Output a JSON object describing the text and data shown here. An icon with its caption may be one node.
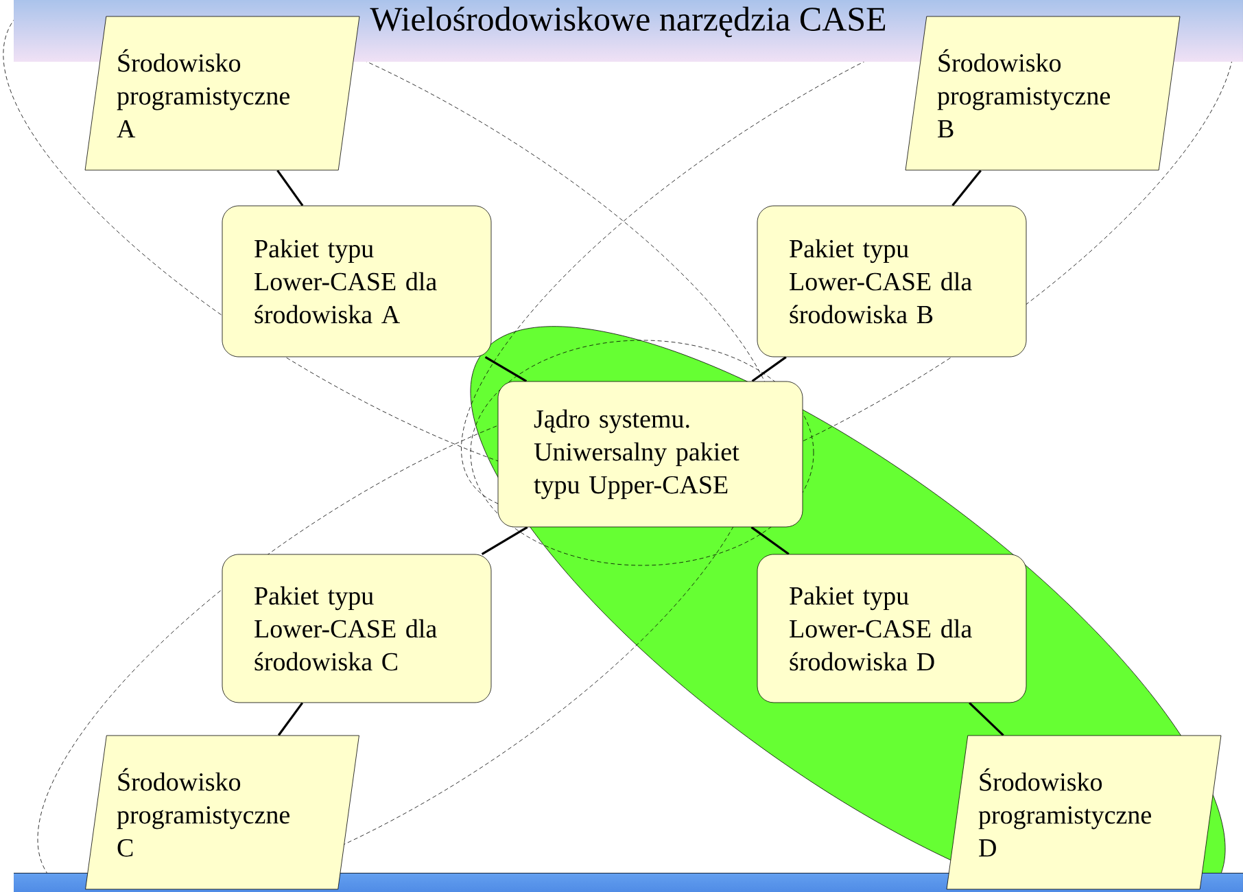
{
  "diagram": {
    "title": "Wielośrodowiskowe narzędzia CASE",
    "nodes": [
      {
        "text": [
          "Środowisko programistyczne A"
        ]
      },
      {
        "text": [
          "Pakiet typu Lower-CASE dla środowiska A"
        ]
      },
      {
        "text": [
          "Środowisko programistyczne B"
        ]
      },
      {
        "text": [
          "Pakiet typu Lower-CASE dla środowiska B"
        ]
      },
      {
        "text": [
          "Jądro systemu. Uniwersalny pakiet typu Upper-CASE"
        ]
      },
      {
        "text": [
          "Pakiet typu Lower-CASE dla środowiska C"
        ]
      },
      {
        "text": [
          "Pakiet typu Lower-CASE dla środowiska D"
        ]
      },
      {
        "text": [
          "Środowisko programistyczne C"
        ]
      },
      {
        "text": [
          "Środowisko programistyczne D"
        ]
      }
    ],
    "edges": [
      {
        "from": 0,
        "to": 1,
        "arrow": "none"
      },
      {
        "from": 2,
        "to": 3,
        "arrow": "none"
      },
      {
        "from": 1,
        "to": 4,
        "arrow": "none"
      },
      {
        "from": 3,
        "to": 4,
        "arrow": "none"
      },
      {
        "from": 4,
        "to": 5,
        "arrow": "none"
      },
      {
        "from": 4,
        "to": 6,
        "arrow": "none"
      },
      {
        "from": 5,
        "to": 7,
        "arrow": "none"
      },
      {
        "from": 6,
        "to": 8,
        "arrow": "none"
      }
    ]
  }
}
